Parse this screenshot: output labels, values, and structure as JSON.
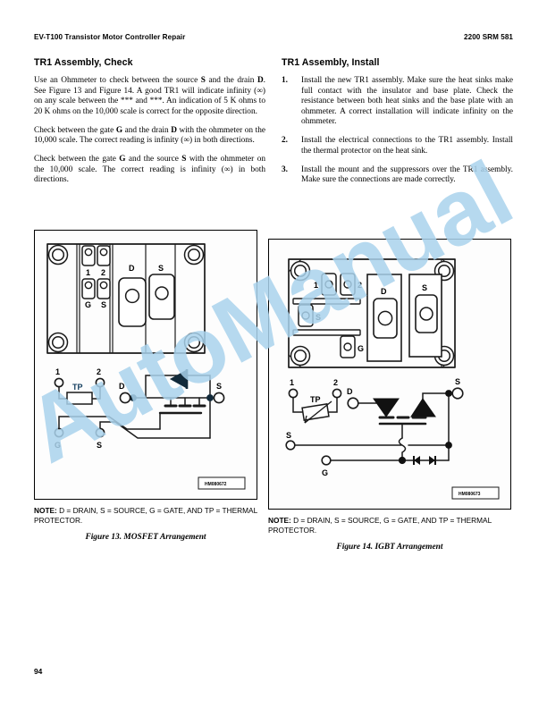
{
  "document": {
    "running_head_left": "EV-T100 Transistor Motor Controller Repair",
    "running_head_right": "2200 SRM 581",
    "page_number": "94",
    "watermark": "AutoManual",
    "watermark_color": "#a9d2ec"
  },
  "left_column": {
    "heading": "TR1 Assembly, Check",
    "paragraphs": [
      "Use an Ohmmeter to check between the source S and the drain D. See Figure 13 and Figure 14. A good TR1 will indicate infinity (∞) on any scale between the *** and ***. An indication of 5 K ohms to 20 K ohms on the 10,000 scale is correct for the opposite direction.",
      "Check between the gate G and the drain D with the ohmmeter on the 10,000 scale. The correct reading is infinity (∞) in both directions.",
      "Check between the gate G and the source S with the ohmmeter on the 10,000 scale. The correct reading is infinity (∞) in both directions."
    ]
  },
  "right_column": {
    "heading": "TR1 Assembly, Install",
    "steps": [
      {
        "num": "1.",
        "text": "Install the new TR1 assembly. Make sure the heat sinks make full contact with the insulator and base plate. Check the resistance between both heat sinks and the base plate with an ohmmeter. A correct installation will indicate infinity on the ohmmeter."
      },
      {
        "num": "2.",
        "text": "Install the electrical connections to the TR1 assembly. Install the thermal protector on the heat sink."
      },
      {
        "num": "3.",
        "text": "Install the mount and the suppressors over the TR1 assembly. Make sure the connections are made correctly."
      }
    ]
  },
  "figure_13": {
    "caption": "Figure 13.  MOSFET Arrangement",
    "note_label": "NOTE:",
    "note_text": " D = DRAIN, S = SOURCE, G = GATE, AND TP = THERMAL PROTECTOR.",
    "drawing_id": "HM080672",
    "module_labels": {
      "terminal_1": "1",
      "terminal_2": "2",
      "gate": "G",
      "source": "S",
      "drain_pad": "D",
      "source_pad": "S"
    },
    "schematic_labels": {
      "tp_pin_1": "1",
      "tp_pin_2": "2",
      "thermal_protector": "TP",
      "gate": "G",
      "source_terminal": "S",
      "drain": "D",
      "source": "S"
    }
  },
  "figure_14": {
    "caption": "Figure 14.  IGBT Arrangement",
    "note_label": "NOTE:",
    "note_text": " D = DRAIN, S = SOURCE, G = GATE, AND TP = THERMAL PROTECTOR.",
    "drawing_id": "HM080673",
    "module_labels": {
      "terminal_1": "1",
      "terminal_2": "2",
      "source": "S",
      "gate": "G",
      "drain_pad": "D",
      "source_pad": "S"
    },
    "schematic_labels": {
      "tp_pin_1": "1",
      "tp_pin_2": "2",
      "thermal_protector": "TP",
      "source_terminal": "S",
      "gate": "G",
      "drain": "D",
      "source": "S"
    }
  }
}
